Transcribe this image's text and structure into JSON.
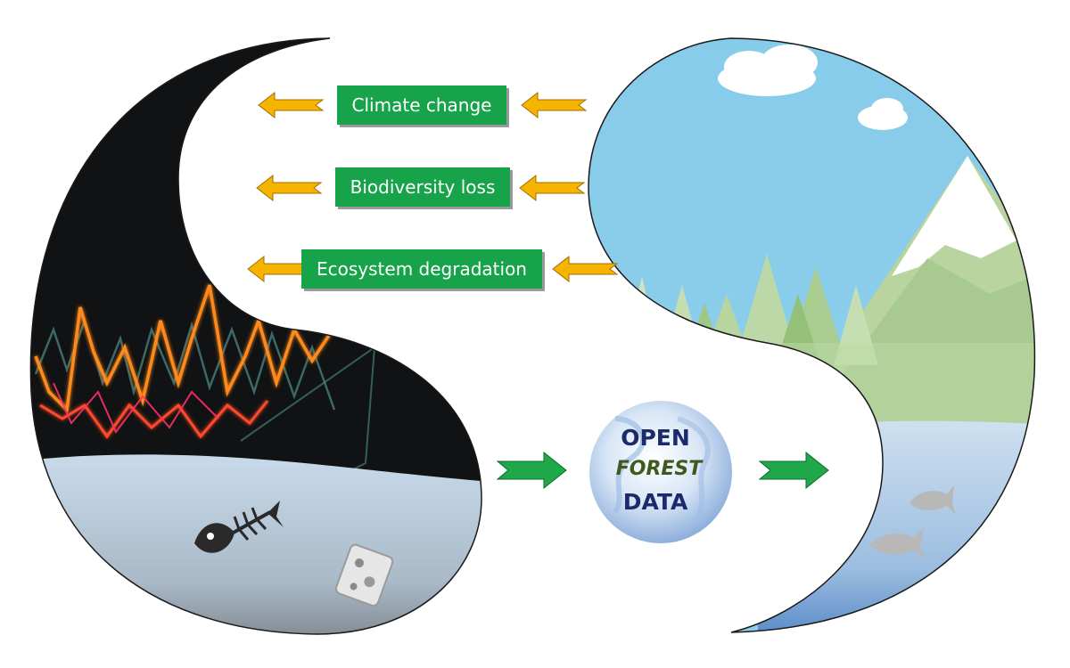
{
  "impacts": [
    {
      "label": "Climate change"
    },
    {
      "label": "Biodiversity loss"
    },
    {
      "label": "Ecosystem degradation"
    }
  ],
  "center": {
    "line1": "OPEN",
    "line2": "FOREST",
    "line3": "DATA"
  },
  "colors": {
    "label_bg": "#17a34a",
    "arrow_orange": "#f5b400",
    "arrow_green": "#1ea84a",
    "sky": "#7ec8e8",
    "water_left": "#b9cfe3",
    "night": "#111314"
  }
}
